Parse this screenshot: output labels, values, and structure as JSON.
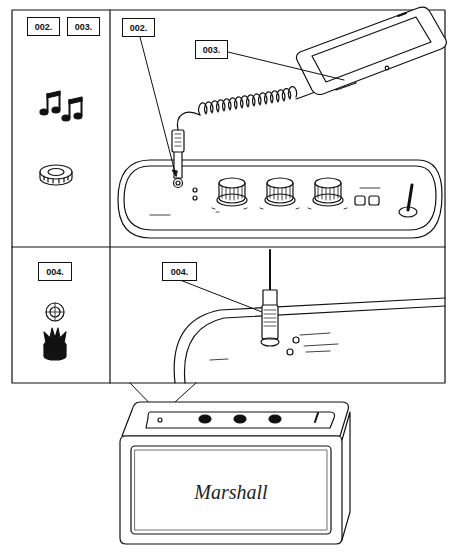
{
  "diagram": {
    "nodes": [
      {
        "text": [
          "002."
        ]
      },
      {
        "text": [
          "003."
        ]
      },
      {
        "text": [
          "002."
        ]
      },
      {
        "text": [
          "003."
        ]
      },
      {
        "text": [
          "004."
        ]
      },
      {
        "text": [
          "004."
        ]
      }
    ],
    "labels": [
      "Marshall"
    ]
  }
}
